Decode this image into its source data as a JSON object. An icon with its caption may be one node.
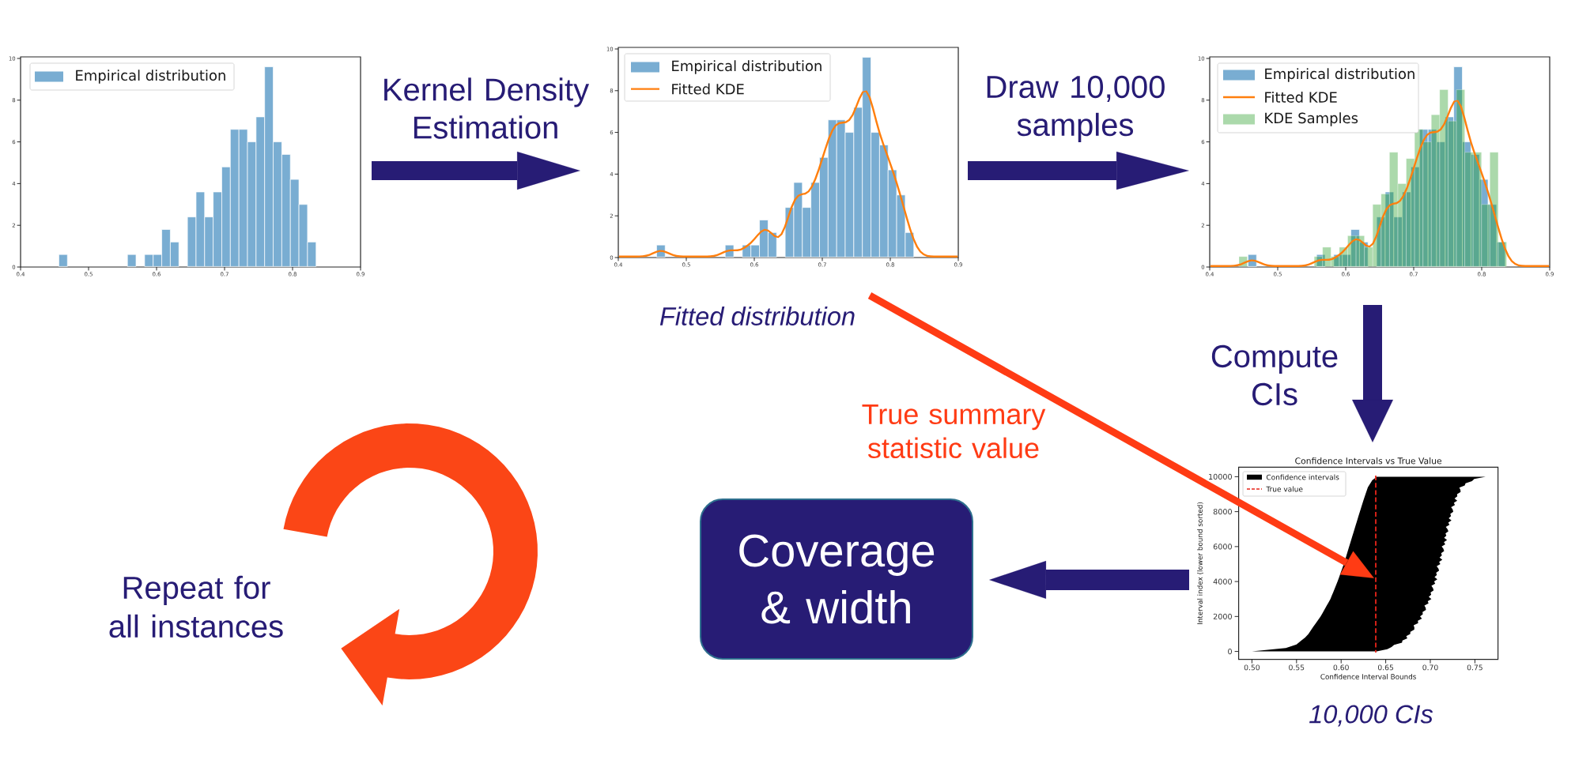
{
  "diagram": {
    "nodes": [
      {
        "text": [
          "10",
          "8",
          "6",
          "4",
          "2",
          "0",
          "0.4",
          "0.5",
          "0.6",
          "0.7",
          "0.8",
          "0.9"
        ]
      },
      {
        "text": [
          "10",
          "8",
          "6",
          "4",
          "2",
          "0",
          "0.4",
          "0.5",
          "0.6",
          "0.7",
          "0.8",
          "0.9"
        ],
        "beside": [
          "Fitted distribution"
        ]
      },
      {
        "text": [
          "10",
          "8",
          "6",
          "4",
          "2",
          "0",
          "0.4",
          "0.5",
          "0.6",
          "0.7",
          "0.8",
          "0.9"
        ]
      },
      {
        "text": [
          "Confidence Intervals vs True Value",
          "10000",
          "8000",
          "6000",
          "4000",
          "2000",
          "0",
          "0.50",
          "0.55",
          "0.60",
          "0.65",
          "0.70",
          "0.75",
          "Confidence Interval Bounds",
          "Interval index (lower bound sorted)"
        ],
        "beside": [
          "10,000 CIs"
        ]
      },
      {
        "text": [],
        "shape": "line",
        "in": 3
      },
      {
        "text": [
          "Coverage & width"
        ]
      }
    ],
    "edges": [
      {
        "from": 0,
        "to": 1,
        "arrow": "to",
        "label": "Kernel Density Estimation"
      },
      {
        "from": 1,
        "to": 2,
        "arrow": "to",
        "label": "Draw 10,000 samples"
      },
      {
        "from": 2,
        "to": 3,
        "arrow": "to",
        "label": "Compute CIs"
      },
      {
        "from": 3,
        "to": 5,
        "arrow": "to"
      },
      {
        "from": 1,
        "to": 4,
        "arrow": "to",
        "label": "True summary statistic value",
        "color": "#ff3b14"
      }
    ],
    "labels": [
      "Repeat for all instances"
    ],
    "legend": [
      {
        "text": "Empirical distribution",
        "color": "#79add2"
      },
      {
        "text": "Empirical distribution",
        "color": "#79add2"
      },
      {
        "text": "Fitted KDE"
      },
      {
        "text": "Empirical distribution",
        "color": "#79add2"
      },
      {
        "text": "Fitted KDE"
      },
      {
        "text": "KDE Samples",
        "color": "#abd9ab"
      },
      {
        "text": "Confidence intervals",
        "color": "#000000"
      },
      {
        "text": "True value"
      }
    ]
  }
}
